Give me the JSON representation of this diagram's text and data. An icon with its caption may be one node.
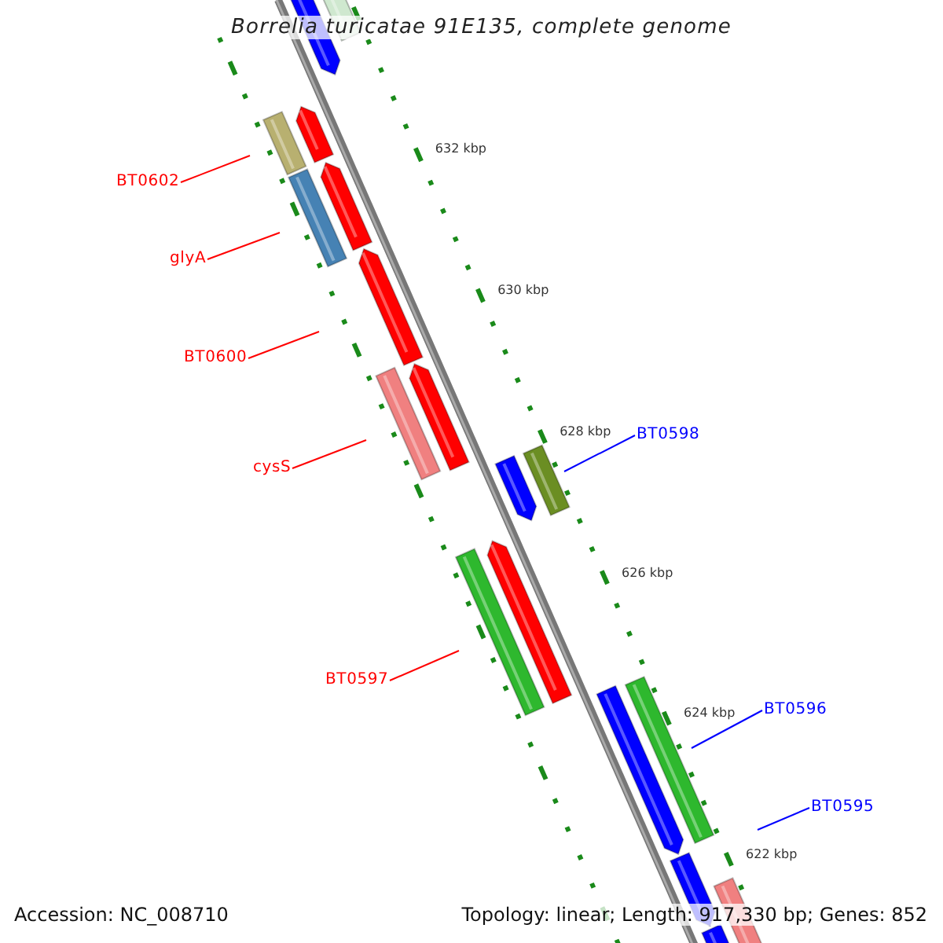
{
  "diagram": {
    "title": "Borrelia turicatae 91E135, complete genome",
    "nodes": [
      {
        "text": [
          "BT0602"
        ]
      },
      {
        "text": [
          "glyA"
        ]
      },
      {
        "text": [
          "BT0600"
        ]
      },
      {
        "text": [
          "cysS"
        ]
      },
      {
        "text": [
          "BT0597"
        ]
      },
      {
        "text": [
          "BT0598"
        ]
      },
      {
        "text": [
          "BT0596"
        ]
      },
      {
        "text": [
          "BT0595"
        ]
      }
    ],
    "edges": [
      {
        "from": 0,
        "to": null,
        "arrow": "none"
      },
      {
        "from": 1,
        "to": null,
        "arrow": "none"
      },
      {
        "from": 2,
        "to": null,
        "arrow": "none"
      },
      {
        "from": 3,
        "to": null,
        "arrow": "none"
      },
      {
        "from": 4,
        "to": null,
        "arrow": "none"
      },
      {
        "from": 5,
        "to": null,
        "arrow": "none",
        "color": "#0000ff"
      },
      {
        "from": 6,
        "to": null,
        "arrow": "none",
        "color": "#0000ff"
      },
      {
        "from": 7,
        "to": null,
        "arrow": "none",
        "color": "#0000ff"
      }
    ],
    "labels": [
      "632 kbp",
      "630 kbp",
      "628 kbp",
      "626 kbp",
      "624 kbp",
      "622 kbp",
      "Accession: NC_008710",
      "Topology: linear; Length: 917,330 bp; Genes: 852"
    ]
  }
}
